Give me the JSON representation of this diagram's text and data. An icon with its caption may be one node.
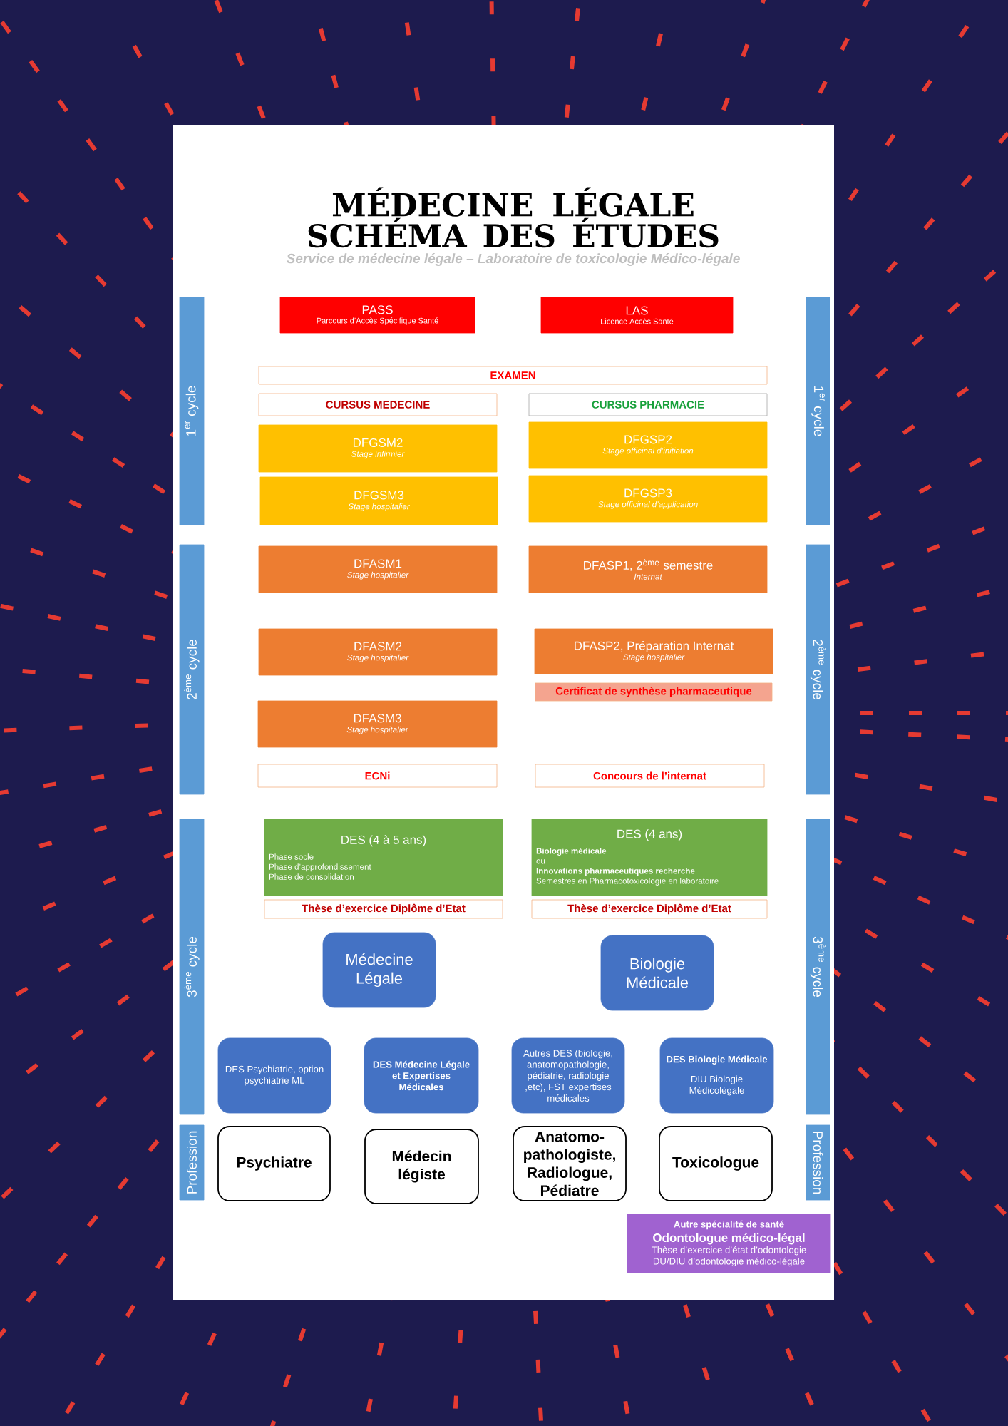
{
  "diagram": {
    "title": "MÉDECINE LÉGALE SCHÉMA DES ÉTUDES",
    "nodes": [
      {
        "text": [
          "1$^{er}$ cycle"
        ]
      },
      {
        "text": [
          "PASS",
          "Parcours d’Accès Spécifique Santé"
        ]
      },
      {
        "text": [
          "LAS",
          "Licence Accès Santé"
        ]
      },
      {
        "text": [
          "1$^{er}$ cycle"
        ]
      },
      {
        "text": [
          "EXAMEN"
        ]
      },
      {
        "text": [
          "CURSUS MEDECINE"
        ]
      },
      {
        "text": [
          "CURSUS PHARMACIE"
        ]
      },
      {
        "text": [
          "DFGSM2",
          "Stage infirmier"
        ]
      },
      {
        "text": [
          "DFGSP2",
          "Stage officinal d’initiation"
        ]
      },
      {
        "text": [
          "DFGSM3",
          "Stage hospitalier"
        ]
      },
      {
        "text": [
          "DFGSP3",
          "Stage officinal d’application"
        ]
      },
      {
        "text": [
          "2$^{ème}$ cycle"
        ]
      },
      {
        "text": [
          "DFASM1",
          "Stage hospitalier"
        ]
      },
      {
        "text": [
          "DFASP1, 2$^{ème}$ semestre",
          "Internat"
        ]
      },
      {
        "text": [
          "2$^{ème}$ cycle"
        ]
      },
      {
        "text": [
          "DFASM2",
          "Stage hospitalier"
        ]
      },
      {
        "text": [
          "DFASP2, Préparation Internat",
          "Stage  hospitalier"
        ]
      },
      {
        "text": [
          "Certificat de synthèse pharmaceutique"
        ]
      },
      {
        "text": [
          "DFASM3",
          "Stage hospitalier"
        ]
      },
      {
        "text": [
          "ECNi"
        ]
      },
      {
        "text": [
          "Concours de l’internat"
        ]
      },
      {
        "text": [
          "3$^{ème}$ cycle"
        ]
      },
      {
        "text": [
          "DES  (4 à 5 ans)",
          "Phase socle",
          "Phase d’approfondissement",
          "Phase de consolidation"
        ]
      },
      {
        "text": [
          "DES  (4 ans)",
          "Biologie médicale",
          "ou",
          "Innovations pharmaceutiques recherche",
          "Semestres en Pharmacotoxicologie en laboratoire"
        ]
      },
      {
        "text": [
          "3$^{ème}$ cycle"
        ]
      },
      {
        "text": [
          "Thèse d’exercice Diplôme d’Etat"
        ]
      },
      {
        "text": [
          "Thèse d’exercice Diplôme d’Etat"
        ]
      },
      {
        "text": [
          "Médecine Légale"
        ]
      },
      {
        "text": [
          "Biologie Médicale"
        ]
      },
      {
        "text": [
          "DES Psychiatrie, option psychiatrie ML"
        ]
      },
      {
        "text": [
          "DES Médecine Légale et Expertises Médicales"
        ]
      },
      {
        "text": [
          "Autres DES (biologie, anatomopathologie, pédiatrie, radiologie ,etc), FST expertises médicales"
        ]
      },
      {
        "text": [
          "DES Biologie Médicale",
          "DIU Biologie Médicolégale"
        ]
      },
      {
        "text": [
          "Profession"
        ]
      },
      {
        "text": [
          "Psychiatre"
        ]
      },
      {
        "text": [
          "Médecin légiste"
        ]
      },
      {
        "text": [
          "Anatomo- pathologiste, Radiologue, Pédiatre"
        ]
      },
      {
        "text": [
          "Toxicologue"
        ]
      },
      {
        "text": [
          "Profession"
        ]
      },
      {
        "text": [
          "Autre spécialité de santé",
          "Odontologue médico-légal",
          "Thèse d’exercice d’état d’odontologie",
          "DU/DIU d’odontologie médico-légale"
        ]
      }
    ],
    "labels": [
      "Service de médecine légale – Laboratoire de toxicologie Médico-légale"
    ]
  }
}
